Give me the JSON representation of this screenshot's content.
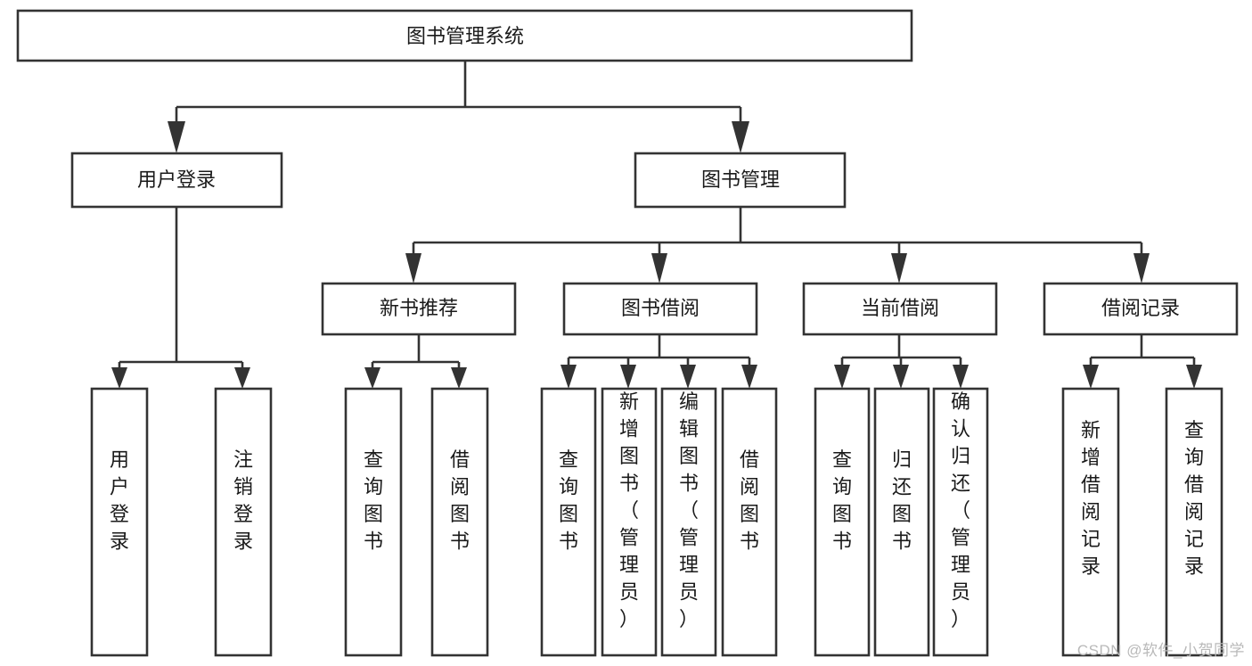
{
  "diagram": {
    "type": "hierarchy-tree",
    "title": "图书管理系统",
    "orientation": "top-down",
    "watermark": "CSDN @软件_小贺同学",
    "colors": {
      "box_stroke": "#333333",
      "box_fill": "#ffffff",
      "connector": "#333333",
      "text": "#1a1a1a",
      "watermark": "#b9b9b9",
      "background": "#ffffff"
    },
    "nodes": {
      "root": {
        "label": "图书管理系统",
        "level": 1,
        "orient": "horizontal"
      },
      "n_user_login": {
        "label": "用户登录",
        "level": 2,
        "orient": "horizontal"
      },
      "n_book_mgmt": {
        "label": "图书管理",
        "level": 2,
        "orient": "horizontal"
      },
      "n_new_rec": {
        "label": "新书推荐",
        "level": 3,
        "orient": "horizontal"
      },
      "n_borrow": {
        "label": "图书借阅",
        "level": 3,
        "orient": "horizontal"
      },
      "n_current": {
        "label": "当前借阅",
        "level": 3,
        "orient": "horizontal"
      },
      "n_record": {
        "label": "借阅记录",
        "level": 3,
        "orient": "horizontal"
      },
      "l_user_login": {
        "label": "用户登录",
        "level": 4,
        "orient": "vertical"
      },
      "l_user_logout": {
        "label": "注销登录",
        "level": 4,
        "orient": "vertical"
      },
      "l_rec_query": {
        "label": "查询图书",
        "level": 4,
        "orient": "vertical"
      },
      "l_rec_borrow": {
        "label": "借阅图书",
        "level": 4,
        "orient": "vertical"
      },
      "l_bor_query": {
        "label": "查询图书",
        "level": 4,
        "orient": "vertical"
      },
      "l_bor_add": {
        "label": "新增图书（管理员）",
        "level": 4,
        "orient": "vertical"
      },
      "l_bor_edit": {
        "label": "编辑图书（管理员）",
        "level": 4,
        "orient": "vertical"
      },
      "l_bor_lend": {
        "label": "借阅图书",
        "level": 4,
        "orient": "vertical"
      },
      "l_cur_query": {
        "label": "查询图书",
        "level": 4,
        "orient": "vertical"
      },
      "l_cur_return": {
        "label": "归还图书",
        "level": 4,
        "orient": "vertical"
      },
      "l_cur_confirm": {
        "label": "确认归还（管理员）",
        "level": 4,
        "orient": "vertical"
      },
      "l_log_add": {
        "label": "新增借阅记录",
        "level": 4,
        "orient": "vertical"
      },
      "l_log_query": {
        "label": "查询借阅记录",
        "level": 4,
        "orient": "vertical"
      }
    },
    "edges": [
      {
        "from": "root",
        "to": "n_user_login"
      },
      {
        "from": "root",
        "to": "n_book_mgmt"
      },
      {
        "from": "n_book_mgmt",
        "to": "n_new_rec"
      },
      {
        "from": "n_book_mgmt",
        "to": "n_borrow"
      },
      {
        "from": "n_book_mgmt",
        "to": "n_current"
      },
      {
        "from": "n_book_mgmt",
        "to": "n_record"
      },
      {
        "from": "n_user_login",
        "to": "l_user_login"
      },
      {
        "from": "n_user_login",
        "to": "l_user_logout"
      },
      {
        "from": "n_new_rec",
        "to": "l_rec_query"
      },
      {
        "from": "n_new_rec",
        "to": "l_rec_borrow"
      },
      {
        "from": "n_borrow",
        "to": "l_bor_query"
      },
      {
        "from": "n_borrow",
        "to": "l_bor_add"
      },
      {
        "from": "n_borrow",
        "to": "l_bor_edit"
      },
      {
        "from": "n_borrow",
        "to": "l_bor_lend"
      },
      {
        "from": "n_current",
        "to": "l_cur_query"
      },
      {
        "from": "n_current",
        "to": "l_cur_return"
      },
      {
        "from": "n_current",
        "to": "l_cur_confirm"
      },
      {
        "from": "n_record",
        "to": "l_log_add"
      },
      {
        "from": "n_record",
        "to": "l_log_query"
      }
    ]
  }
}
